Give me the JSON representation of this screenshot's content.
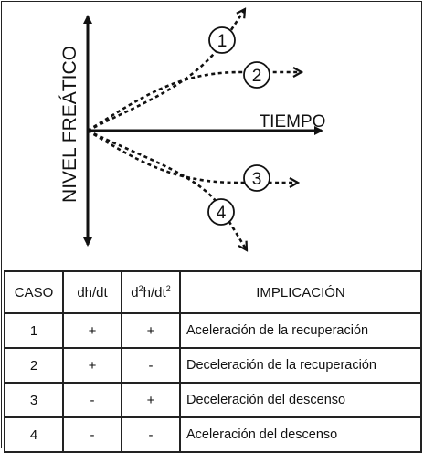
{
  "diagram": {
    "y_axis_label": "NIVEL FREÁTICO",
    "x_axis_label": "TIEMPO",
    "curves": [
      {
        "id": "1"
      },
      {
        "id": "2"
      },
      {
        "id": "3"
      },
      {
        "id": "4"
      }
    ]
  },
  "table": {
    "headers": {
      "caso": "CASO",
      "dhdt": "dh/dt",
      "d2_a": "d",
      "d2_sup1": "2",
      "d2_b": "h/dt",
      "d2_sup2": "2",
      "implicacion": "IMPLICACIÓN"
    },
    "rows": [
      {
        "caso": "1",
        "dhdt": "+",
        "d2": "+",
        "implicacion": "Aceleración de la recuperación"
      },
      {
        "caso": "2",
        "dhdt": "+",
        "d2": "-",
        "implicacion": "Deceleración de la recuperación"
      },
      {
        "caso": "3",
        "dhdt": "-",
        "d2": "+",
        "implicacion": "Deceleración del descenso"
      },
      {
        "caso": "4",
        "dhdt": "-",
        "d2": "-",
        "implicacion": "Aceleración del descenso"
      }
    ]
  }
}
